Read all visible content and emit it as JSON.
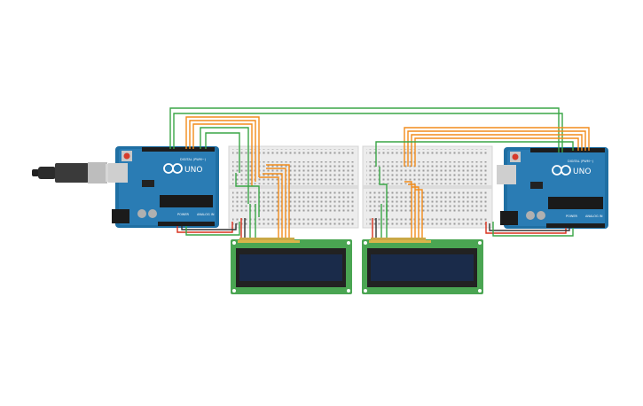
{
  "boards": {
    "left": {
      "brand": "UNO",
      "digital_label": "DIGITAL (PWM~)",
      "power_label": "POWER",
      "analog_label": "ANALOG IN"
    },
    "right": {
      "brand": "UNO",
      "digital_label": "DIGITAL (PWM~)",
      "power_label": "POWER",
      "analog_label": "ANALOG IN"
    }
  },
  "colors": {
    "board": "#1f6fa3",
    "breadboard": "#ececec",
    "lcd_pcb": "#4aa552",
    "lcd_screen": "#1a2b4a",
    "wire_green": "#3aa646",
    "wire_orange": "#f28c1b",
    "wire_red": "#d9301c",
    "wire_black": "#333333"
  }
}
